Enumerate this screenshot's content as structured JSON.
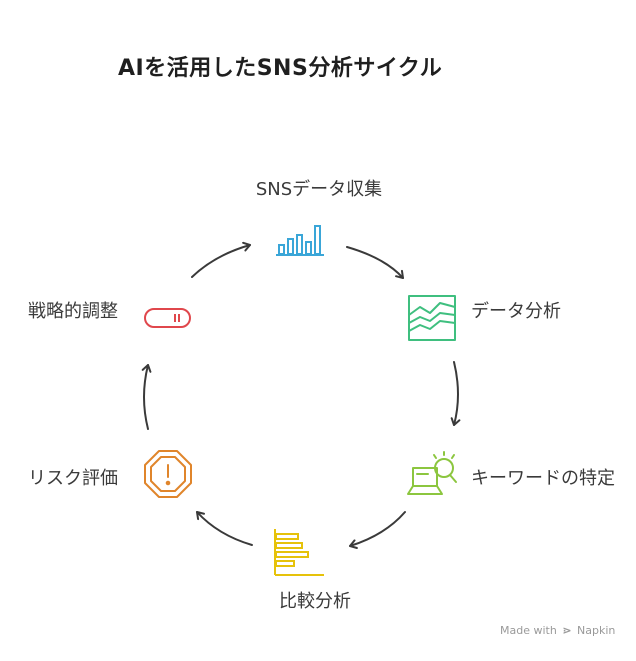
{
  "title": "AIを活用したSNS分析サイクル",
  "steps": [
    {
      "label": "SNSデータ収集",
      "icon": "bar-chart-icon",
      "color": "#3aa6d8"
    },
    {
      "label": "データ分析",
      "icon": "area-chart-icon",
      "color": "#3fbf7f"
    },
    {
      "label": "キーワードの特定",
      "icon": "laptop-search-icon",
      "color": "#8cc63f"
    },
    {
      "label": "比較分析",
      "icon": "horizontal-bar-chart-icon",
      "color": "#e6c20a"
    },
    {
      "label": "リスク評価",
      "icon": "warning-octagon-icon",
      "color": "#e0852b"
    },
    {
      "label": "戦略的調整",
      "icon": "toggle-switch-icon",
      "color": "#e0474c"
    }
  ],
  "arrow_color": "#3a3a3a",
  "credit": {
    "prefix": "Made with",
    "brand": "Napkin"
  }
}
